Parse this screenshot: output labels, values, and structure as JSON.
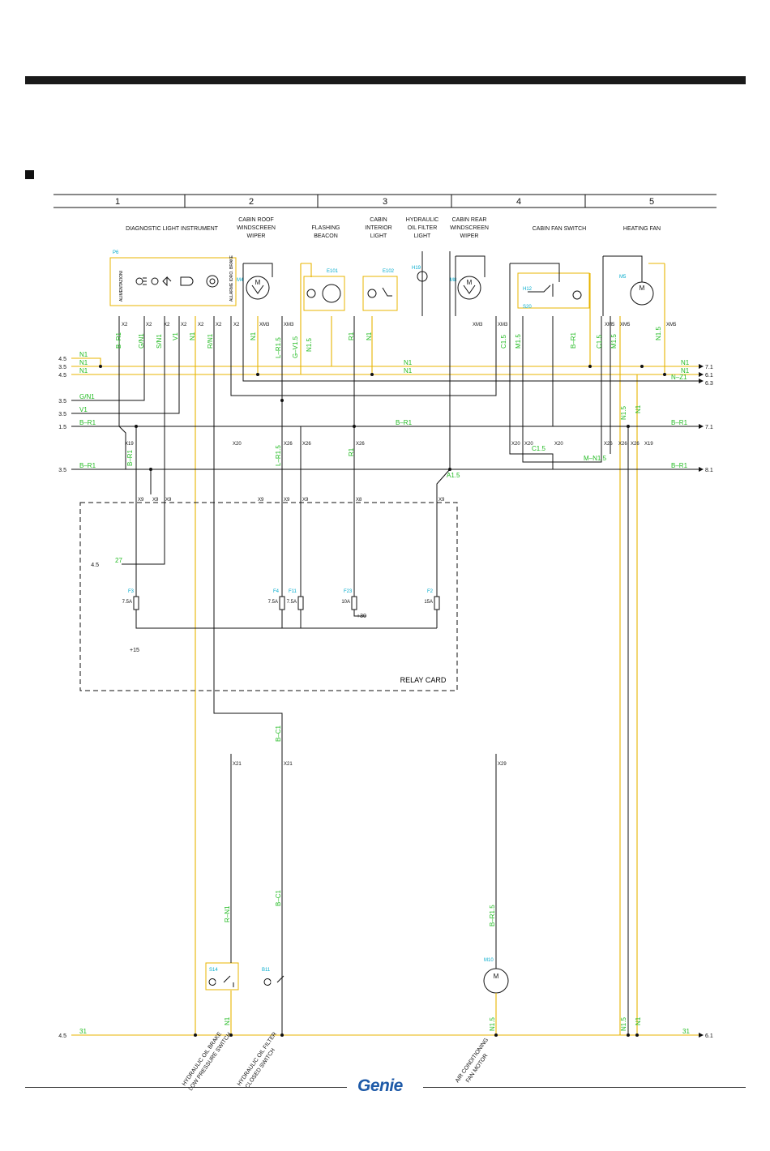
{
  "header": {
    "columns": [
      "1",
      "2",
      "3",
      "4",
      "5"
    ]
  },
  "sections": {
    "diag": "DIAGNOSTIC LIGHT INSTRUMENT",
    "wiper1": "CABIN ROOF",
    "wiper2": "WINDSCREEN",
    "wiper3": "WIPER",
    "beacon1": "FLASHING",
    "beacon2": "BEACON",
    "interior1": "CABIN",
    "interior2": "INTERIOR",
    "interior3": "LIGHT",
    "filter1": "HYDRAULIC",
    "filter2": "OIL FILTER",
    "filter3": "LIGHT",
    "rear1": "CABIN REAR",
    "rear2": "WINDSCREEN",
    "rear3": "WIPER",
    "fanswitch": "CABIN FAN SWITCH",
    "heatfan": "HEATING FAN"
  },
  "components": {
    "P6": "P6",
    "M4": "M4",
    "E101": "E101",
    "E102": "E102",
    "H19": "H19",
    "M8": "M8",
    "H12": "H12",
    "S20": "S20",
    "M5": "M5",
    "M10": "M10",
    "S14": "S14",
    "B11": "B11",
    "F3": "F3",
    "F4": "F4",
    "F11": "F11",
    "F23": "F23",
    "F2": "F2"
  },
  "panel_text": {
    "left": "ALIMENTAZIONI",
    "right": "ALLARME IDRO. BRAKE"
  },
  "wires": {
    "BR1": "B–R1",
    "GN1": "G/N1",
    "SN1": "S/N1",
    "V1": "V1",
    "N1": "N1",
    "RN1": "R/N1",
    "NZ1": "N–Z1",
    "LR15": "L–R1.5",
    "GV15": "G–V1.5",
    "N15": "N1.5",
    "R1": "R1",
    "BR1b": "B–R1",
    "C15": "C1.5",
    "M15": "M1.5",
    "A15": "A1.5",
    "MN15": "M–N1.5",
    "BC1": "B–C1",
    "RN1b": "R–N1",
    "BR15": "B–R1.5",
    "L1": "L–R1.5",
    "A1": "A1.5",
    "BR1c": "B–R1",
    "NF": "N1",
    "n31": "31"
  },
  "refs": {
    "l45": "4.5",
    "l35": "3.5",
    "l15": "1.5",
    "r71": "7.1",
    "r61": "6.1",
    "r63": "6.3",
    "r81": "8.1",
    "plus15": "+15",
    "plus30": "+30",
    "n27": "27"
  },
  "fuses": {
    "F3": "7.5A",
    "F4": "7.5A",
    "F11": "7.5A",
    "F23": "10A",
    "F2": "15A"
  },
  "relay_card": "RELAY CARD",
  "connectors": {
    "X2": "X2",
    "XM3": "XM3",
    "XM5": "XM5",
    "X19": "X19",
    "X20": "X20",
    "X26": "X26",
    "X9": "X9",
    "X21": "X21",
    "X29": "X29",
    "X8": "X8"
  },
  "bottom_labels": {
    "s14a": "HYDRAULIC OIL BRAKE",
    "s14b": "LOW PRESSURE SWITCH",
    "b11a": "HYDRAULIC OIL FILTER",
    "b11b": "CLOSED SWITCH",
    "m10a": "AIR CONDITIONING",
    "m10b": "FAN MOTOR"
  },
  "brand": "Genie",
  "colors": {
    "yellow": "#e8b400",
    "green": "#22bb22",
    "cyan": "#00aacc",
    "black": "#111111"
  }
}
